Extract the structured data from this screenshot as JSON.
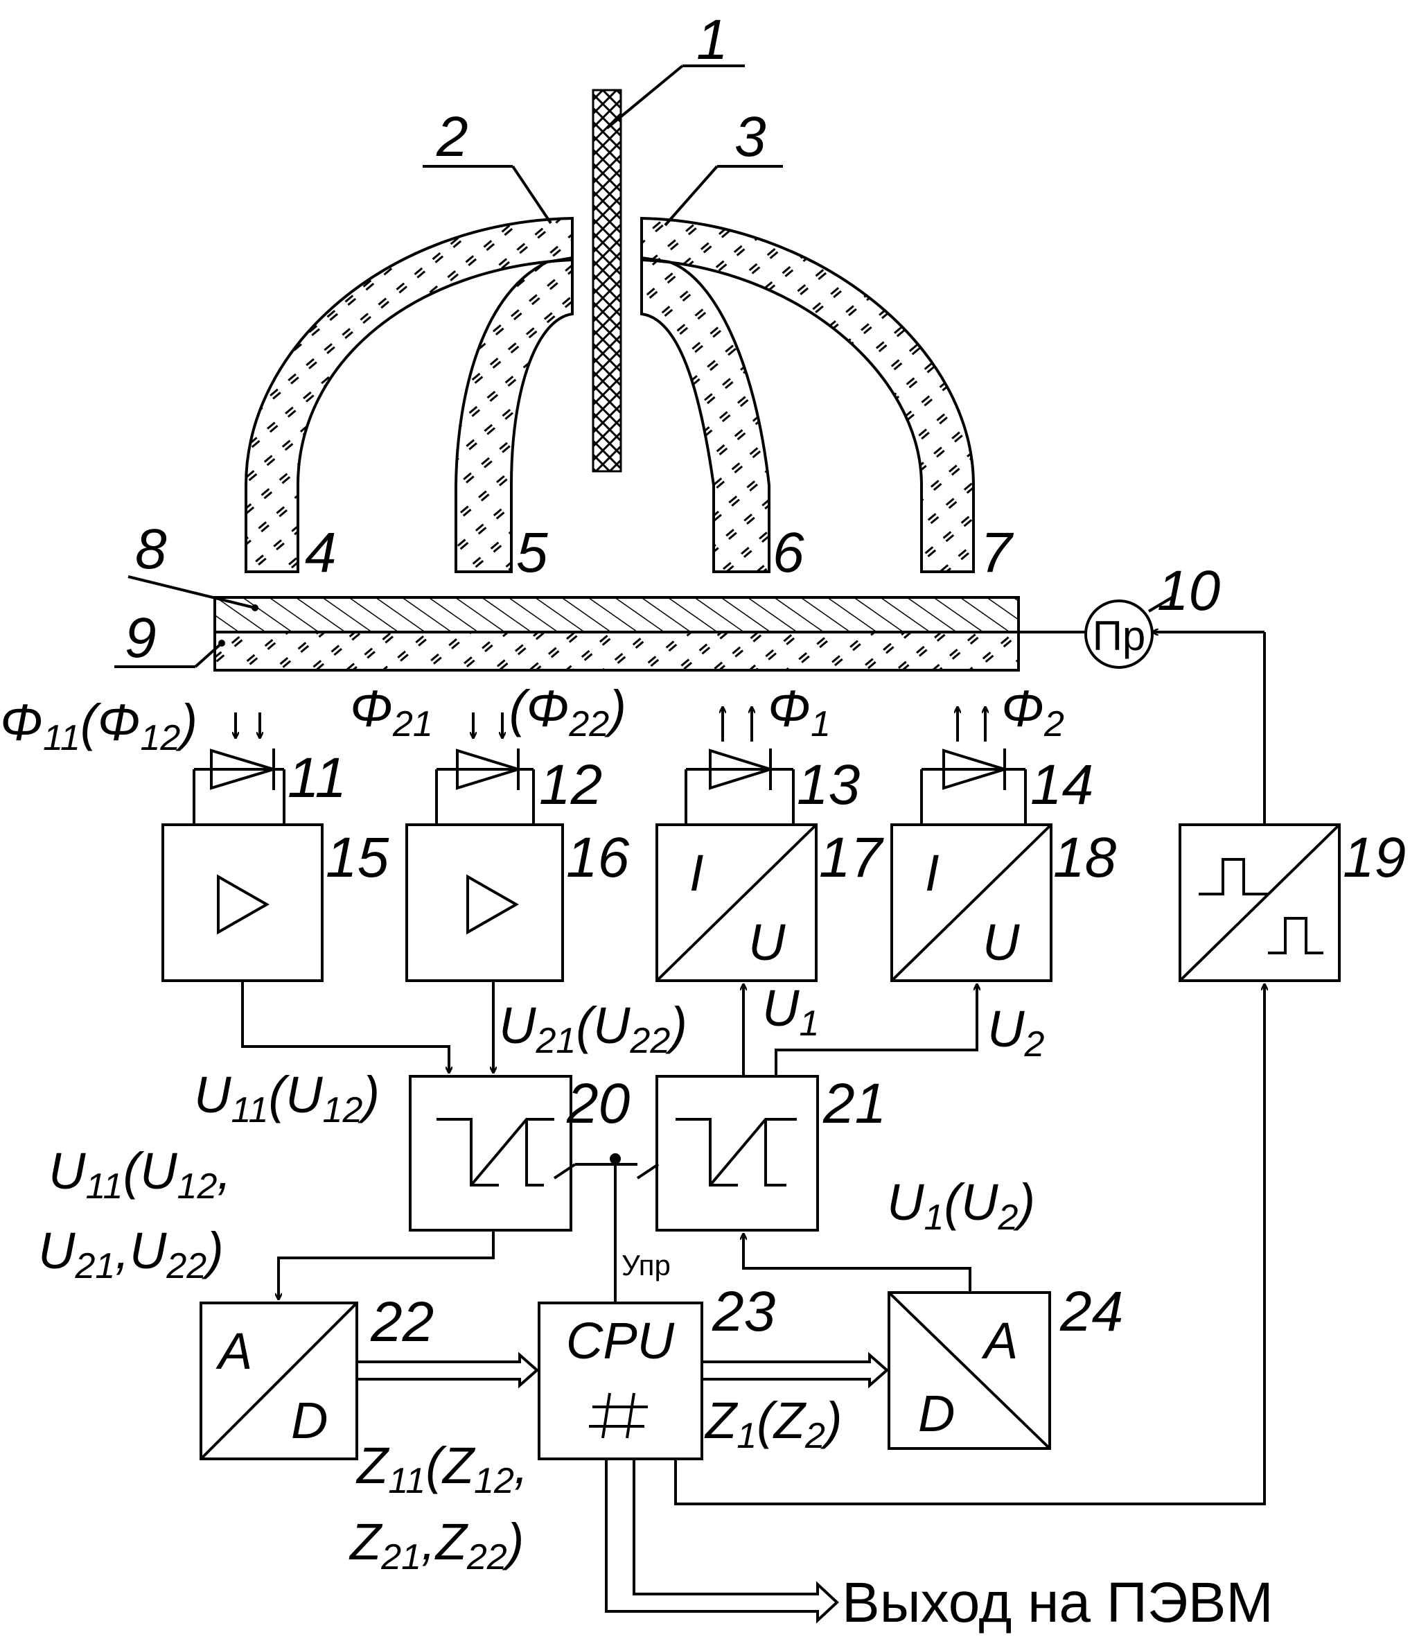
{
  "callouts": [
    "1",
    "2",
    "3",
    "4",
    "5",
    "6",
    "7",
    "8",
    "9",
    "10",
    "11",
    "12",
    "13",
    "14",
    "15",
    "16",
    "17",
    "18",
    "19",
    "20",
    "21",
    "22",
    "23",
    "24"
  ],
  "converter_symbol": "Пр",
  "iu_symbol": {
    "top": "I",
    "bottom": "U"
  },
  "ad_symbol": {
    "a": "A",
    "d": "D"
  },
  "cpu_label": "CPU",
  "control_label": "Упр",
  "output_label": "Выход на ПЭВМ",
  "fluxes": {
    "f11": {
      "base": "Φ",
      "sub": "11",
      "open": "(",
      "base2": "Φ",
      "sub2": "12",
      "close": ")"
    },
    "f21": {
      "base": "Φ",
      "sub": "21",
      "open": "(",
      "base2": "Φ",
      "sub2": "22",
      "close": ")"
    },
    "f1": {
      "base": "Φ",
      "sub": "1"
    },
    "f2": {
      "base": "Φ",
      "sub": "2"
    }
  },
  "signals": {
    "u21": {
      "base": "U",
      "sub": "21",
      "open": "(",
      "base2": "U",
      "sub2": "22",
      "close": ")"
    },
    "u1": {
      "base": "U",
      "sub": "1"
    },
    "u2": {
      "base": "U",
      "sub": "2"
    },
    "u11": {
      "base": "U",
      "sub": "11",
      "open": "(",
      "base2": "U",
      "sub2": "12",
      "close": ")"
    },
    "u_all": {
      "l1_base": "U",
      "l1_sub": "11",
      "l1_open": "(",
      "l1_base2": "U",
      "l1_sub2": "12",
      "l1_comma": ",",
      "l2_base": "U",
      "l2_sub": "21",
      "l2_comma": ",",
      "l2_base2": "U",
      "l2_sub2": "22",
      "l2_close": ")"
    },
    "u1u2": {
      "base": "U",
      "sub": "1",
      "open": "(",
      "base2": "U",
      "sub2": "2",
      "close": ")"
    },
    "z1z2": {
      "base": "Z",
      "sub": "1",
      "open": "(",
      "base2": "Z",
      "sub2": "2",
      "close": ")"
    },
    "z_all": {
      "l1_base": "Z",
      "l1_sub": "11",
      "l1_open": "(",
      "l1_base2": "Z",
      "l1_sub2": "12",
      "l1_comma": ",",
      "l2_base": "Z",
      "l2_sub": "21",
      "l2_comma": ",",
      "l2_base2": "Z",
      "l2_sub2": "22",
      "l2_close": ")"
    }
  }
}
